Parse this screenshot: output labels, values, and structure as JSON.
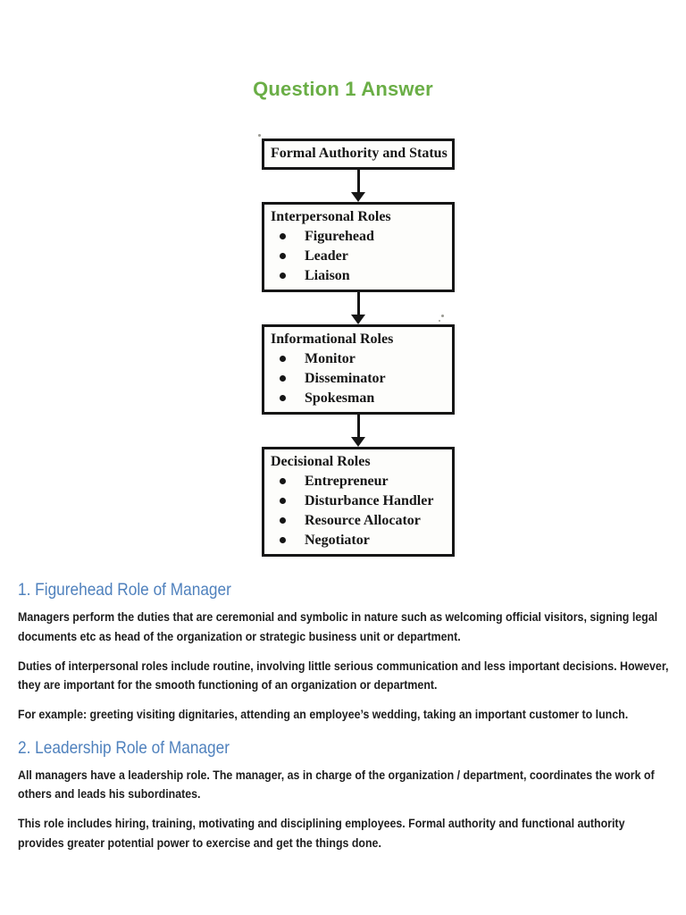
{
  "colors": {
    "title_green": "#6aae46",
    "heading_blue": "#4f81bd",
    "diagram_ink": "#161616",
    "body_text": "#1d1d1d"
  },
  "page": {
    "title": "Question 1 Answer"
  },
  "diagram": {
    "boxes": [
      {
        "title": "Formal Authority and Status",
        "items": []
      },
      {
        "title": "Interpersonal Roles",
        "items": [
          "Figurehead",
          "Leader",
          "Liaison"
        ]
      },
      {
        "title": "Informational Roles",
        "items": [
          "Monitor",
          "Disseminator",
          "Spokesman"
        ]
      },
      {
        "title": "Decisional Roles",
        "items": [
          "Entrepreneur",
          "Disturbance Handler",
          "Resource Allocator",
          "Negotiator"
        ]
      }
    ]
  },
  "sections": [
    {
      "heading": "1. Figurehead Role of Manager",
      "paragraphs": [
        "Managers perform the duties that are ceremonial and symbolic in nature such as welcoming official visitors, signing legal documents etc as head of the organization or strategic business unit or department.",
        "Duties of interpersonal roles include routine, involving little serious communication and less important decisions. However, they are important for the smooth functioning of an organization or department.",
        "For example: greeting visiting dignitaries, attending an employee’s wedding, taking an important customer to lunch."
      ]
    },
    {
      "heading": "2. Leadership Role of Manager",
      "paragraphs": [
        "All managers have a leadership role. The manager, as in charge of the organization / department, coordinates the work of others and leads his subordinates.",
        "This role includes hiring, training, motivating and disciplining employees. Formal authority and functional authority provides greater potential power to exercise and get the things done."
      ]
    }
  ]
}
